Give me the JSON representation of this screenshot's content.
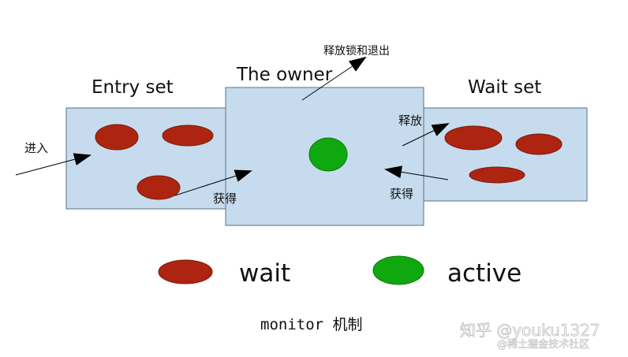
{
  "regions": {
    "entry_set": "Entry set",
    "owner": "The owner",
    "wait_set": "Wait set"
  },
  "arrows": {
    "enter": "进入",
    "acquire_from_entry": "获得",
    "release_and_exit": "释放锁和退出",
    "release": "释放",
    "acquire_from_wait": "获得"
  },
  "legend": {
    "wait": "wait",
    "active": "active"
  },
  "caption": "monitor 机制",
  "watermark": {
    "line1": "知乎 @youku1327",
    "line2": "@稀土掘金技术社区"
  },
  "colors": {
    "box_fill": "#c6dcee",
    "box_stroke": "#5b6f82",
    "wait_fill": "#ad2510",
    "wait_stroke": "#7a1a0b",
    "active_fill": "#0fa80f",
    "active_stroke": "#0a7a0a"
  }
}
